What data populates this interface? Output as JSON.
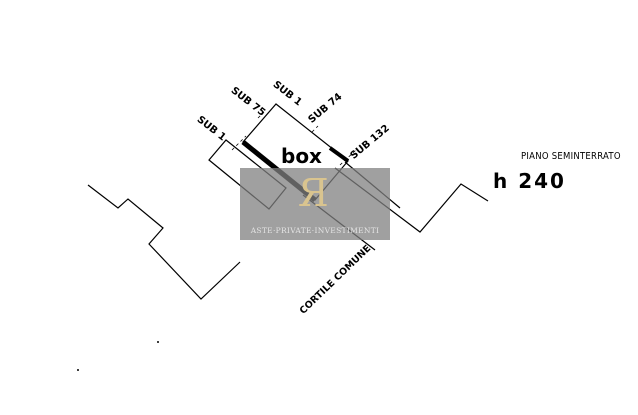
{
  "plan": {
    "floor_label": "PIANO SEMINTERRATO",
    "height_label": "h 240",
    "room_label": "box",
    "courtyard_label": "CORTILE COMUNE",
    "sub_labels": [
      "SUB 1",
      "SUB 75",
      "SUB 1",
      "SUB 74",
      "SUB 132"
    ]
  },
  "watermark": {
    "logo_letters": "RI",
    "text": "ASTE·PRIVATE·INVESTIMENTI"
  }
}
